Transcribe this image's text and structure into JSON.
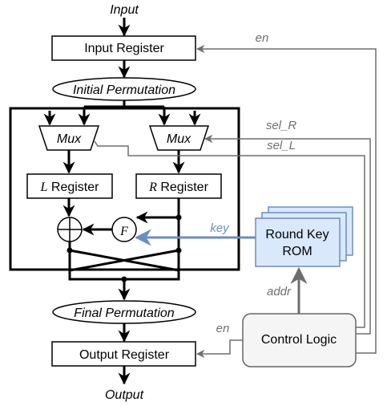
{
  "diagram": {
    "input_label": "Input",
    "output_label": "Output",
    "input_register": "Input Register",
    "initial_permutation": "Initial Permutation",
    "final_permutation": "Final Permutation",
    "output_register": "Output Register",
    "mux_left": "Mux",
    "mux_right": "Mux",
    "l_register": {
      "letter": "L",
      "text": " Register"
    },
    "r_register": {
      "letter": "R",
      "text": " Register"
    },
    "f_function": "F",
    "round_key_rom": {
      "line1": "Round Key",
      "line2": "ROM"
    },
    "control_logic": "Control Logic",
    "signals": {
      "en_top": "en",
      "sel_r": "sel_R",
      "sel_l": "sel_L",
      "key": "key",
      "addr": "addr",
      "en_bottom": "en"
    },
    "colors": {
      "rom_fill": "#dae8fc",
      "rom_stroke": "#6c8ebf",
      "control_fill": "#f5f5f5",
      "control_stroke": "#666666",
      "signal_gray": "#6e6e6e"
    }
  }
}
